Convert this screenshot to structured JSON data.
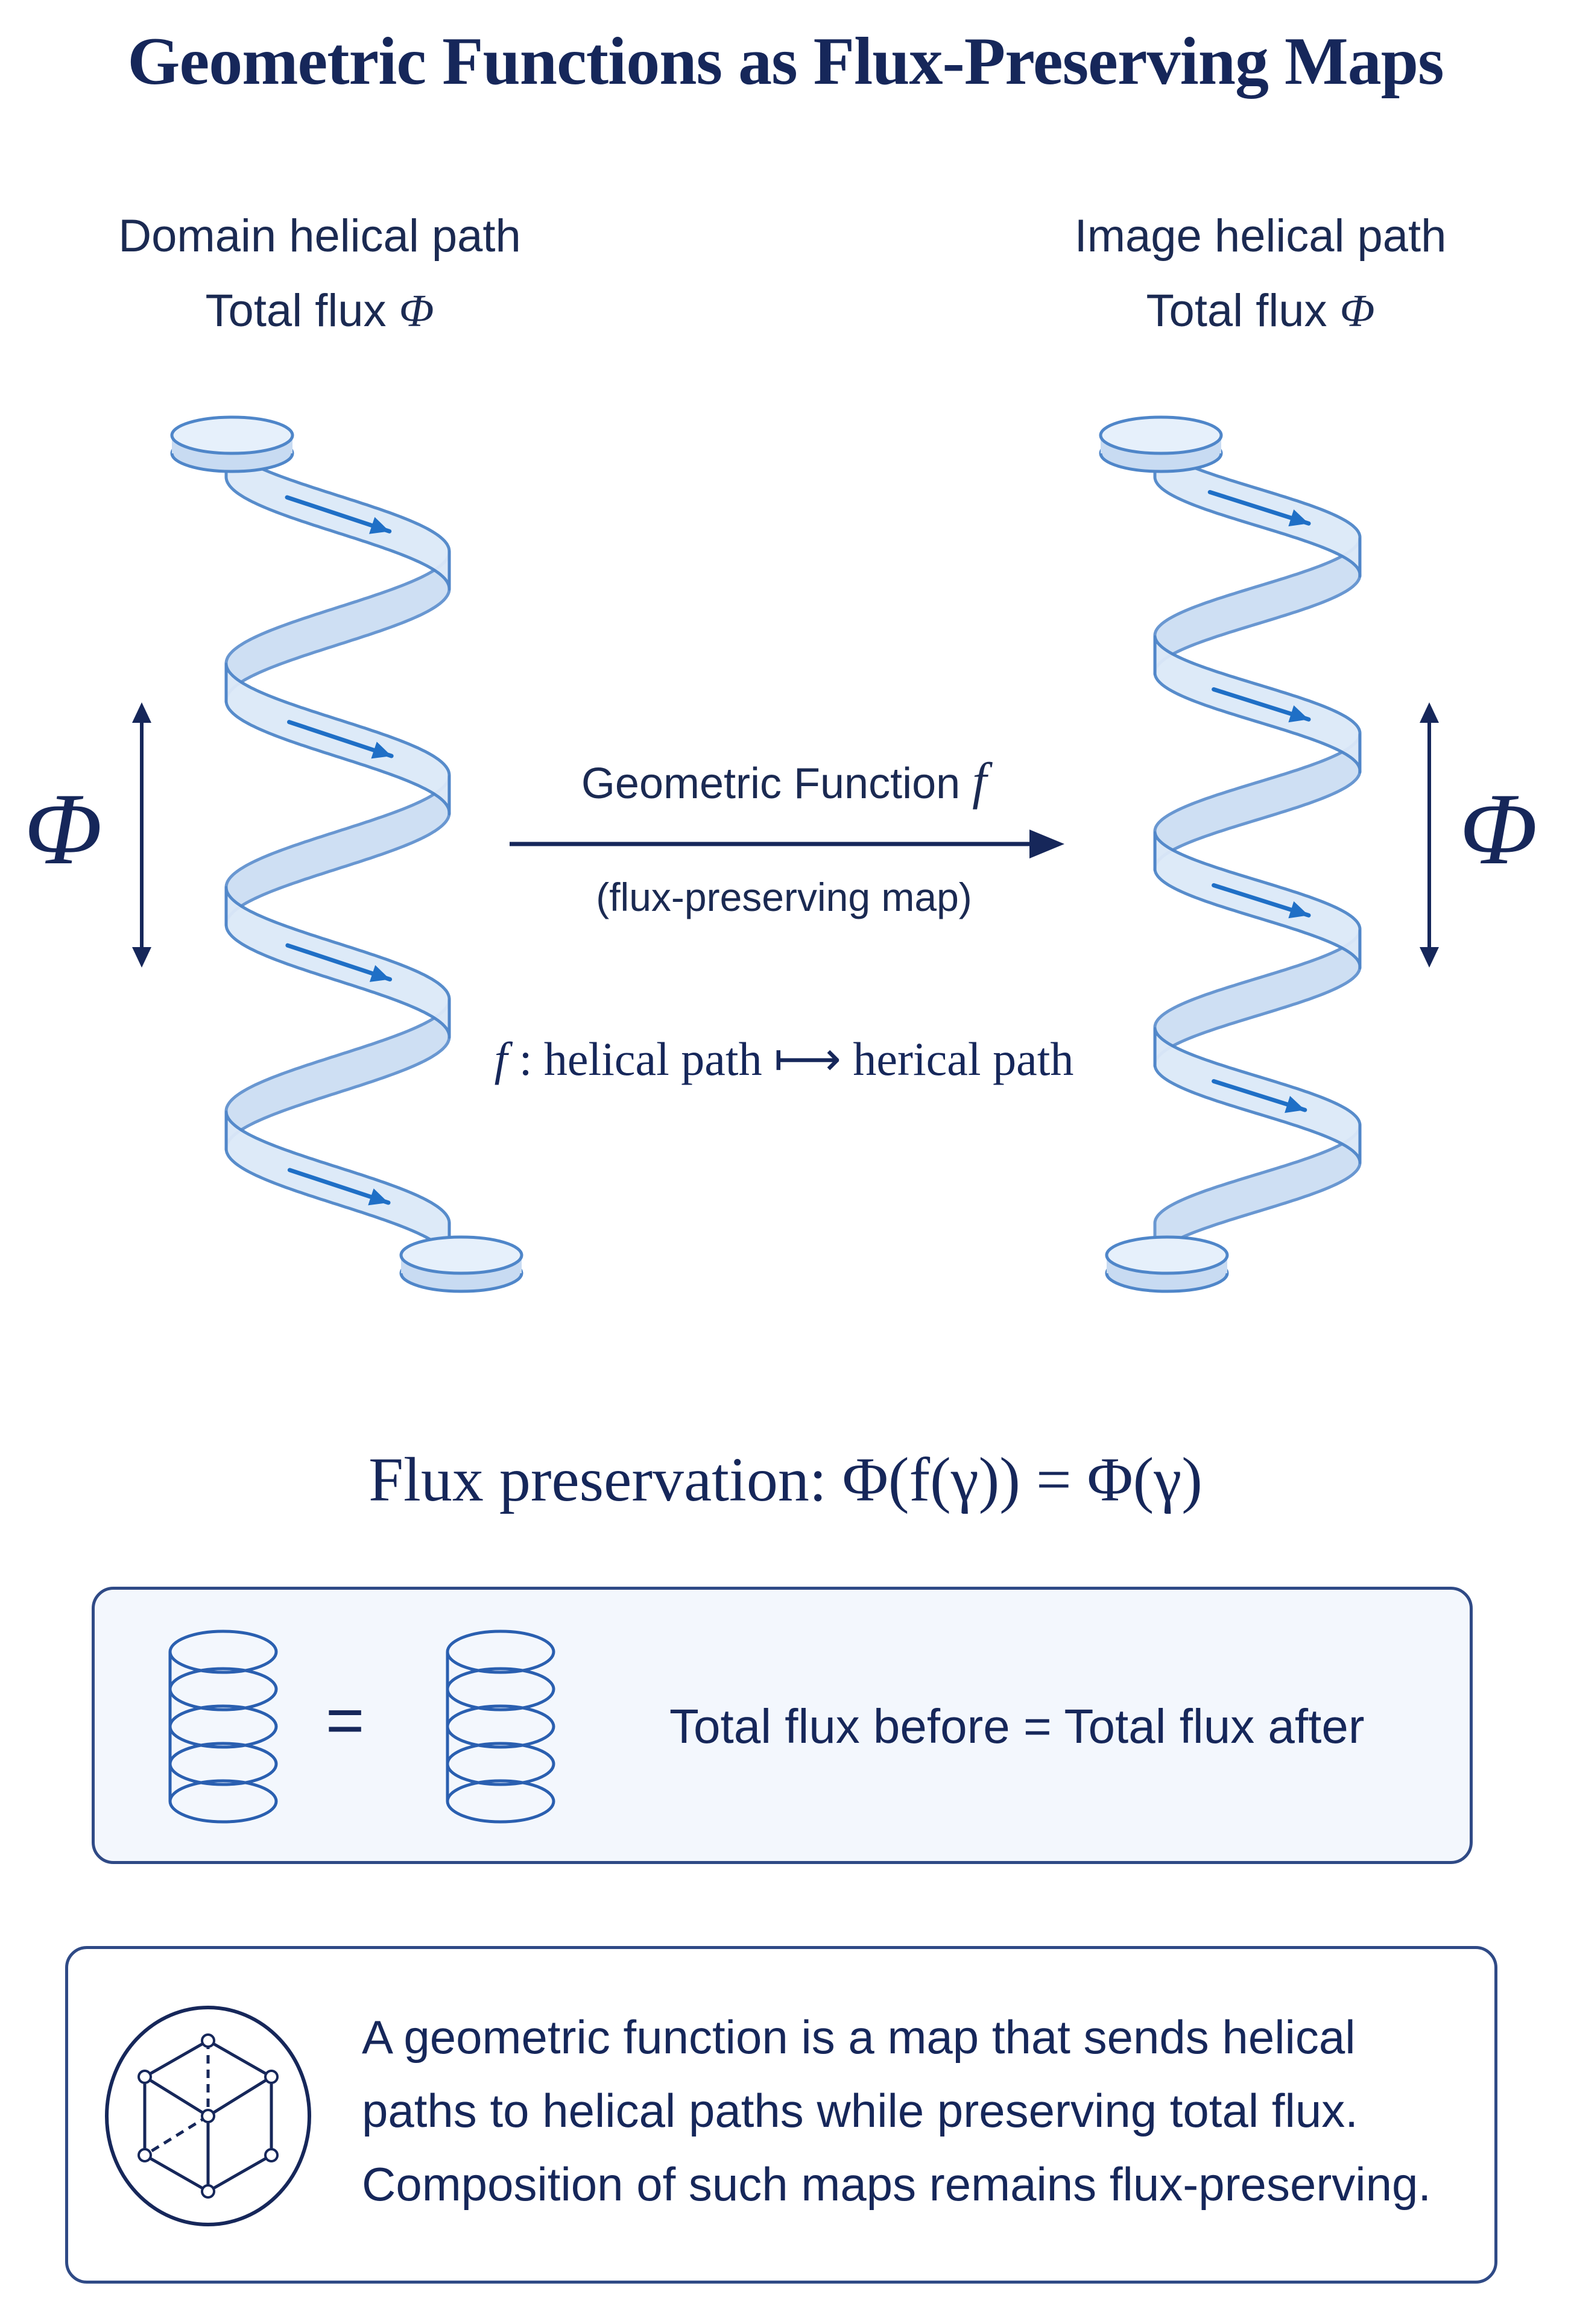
{
  "title": "Geometric Functions as Flux-Preserving Maps",
  "domain_side": {
    "label": "Domain helical path",
    "flux_text": "Total flux",
    "flux_symbol": "Φ"
  },
  "image_side": {
    "label": "Image helical path",
    "flux_text": "Total flux",
    "flux_symbol": "Φ"
  },
  "side_flux_symbol": "Φ",
  "map": {
    "label": "Geometric Function",
    "function_symbol": "f",
    "subtitle": "(flux-preserving map)",
    "equation_symbol": "f",
    "equation_rest": ": helical path ⟼ herical path"
  },
  "flux_preservation": {
    "label": "Flux preservation:",
    "equation": "Φ(f(γ)) = Φ(γ)"
  },
  "equality_panel": {
    "equals_sign": "=",
    "statement": "Total flux before = Total flux after"
  },
  "description_panel": {
    "lines": [
      "A geometric function is a map that sends helical",
      "paths to helical paths while preserving total flux.",
      "Composition of such maps remains flux-preserving."
    ]
  },
  "colors": {
    "navy": "#16275a",
    "ribbon_fill": "#dce9f8",
    "ribbon_edge": "#4f86c9",
    "arrow_blue": "#1f6fc6",
    "panel_border": "#2f4a86"
  },
  "icons": [
    "double-arrow-icon",
    "map-arrow-icon",
    "coil-icon",
    "cube-icon"
  ]
}
